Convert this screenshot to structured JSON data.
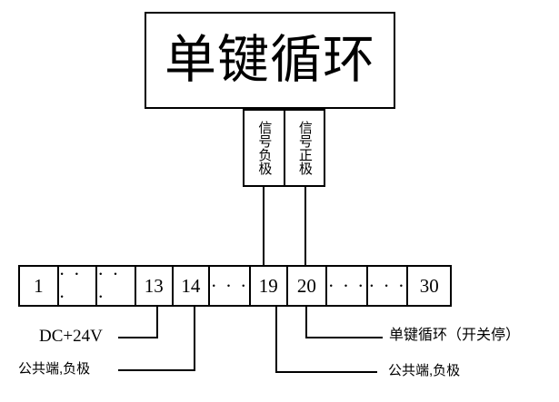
{
  "diagram": {
    "title": "单键循环",
    "device": {
      "label": "单键循环"
    },
    "signal_terminals": [
      {
        "name": "signal-negative",
        "label": "信号负极"
      },
      {
        "name": "signal-positive",
        "label": "信号正极"
      }
    ],
    "terminal_strip": {
      "cells": [
        {
          "name": "terminal-1",
          "label": "1"
        },
        {
          "name": "terminal-gap-a",
          "label": "· · ·"
        },
        {
          "name": "terminal-gap-b",
          "label": "· · ·"
        },
        {
          "name": "terminal-13",
          "label": "13"
        },
        {
          "name": "terminal-14",
          "label": "14"
        },
        {
          "name": "terminal-gap-c",
          "label": "· · ·"
        },
        {
          "name": "terminal-19",
          "label": "19"
        },
        {
          "name": "terminal-20",
          "label": "20"
        },
        {
          "name": "terminal-gap-d",
          "label": "· · ·"
        },
        {
          "name": "terminal-gap-e",
          "label": "· · ·"
        },
        {
          "name": "terminal-30",
          "label": "30"
        }
      ]
    },
    "annotations": {
      "power_supply": "DC+24V",
      "common_negative_left": "公共端,负极",
      "single_key_cycle": "单键循环（开关停）",
      "common_negative_right": "公共端,负极"
    },
    "colors": {
      "line": "#000000",
      "background": "#ffffff",
      "text": "#000000"
    }
  }
}
